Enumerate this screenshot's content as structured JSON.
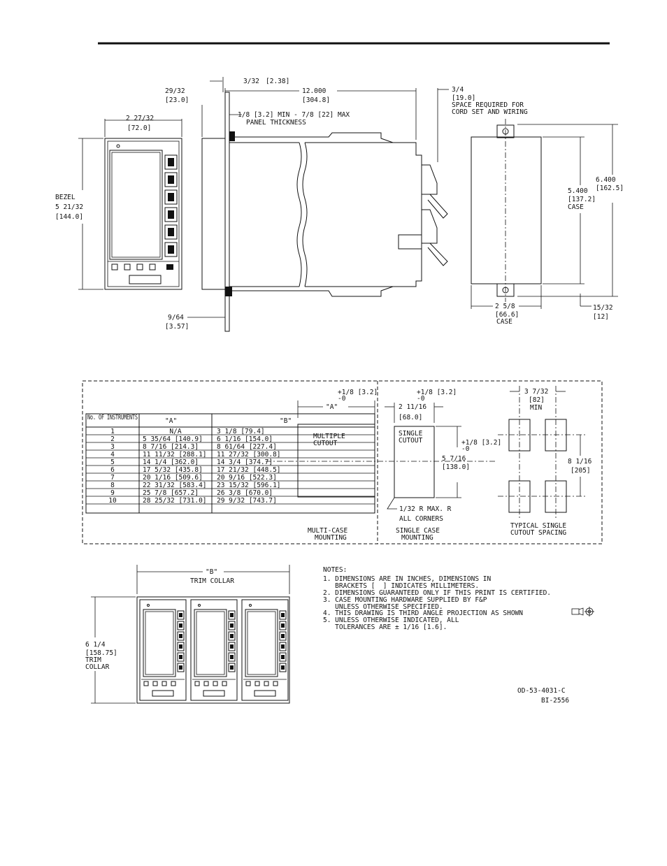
{
  "header": {
    "rule": true
  },
  "front_view": {
    "width_in": "2 27/32",
    "width_mm": "[72.0]",
    "bezel_label": "BEZEL",
    "bezel_in": "5 21/32",
    "bezel_mm": "[144.0]",
    "flange_in": "9/64",
    "flange_mm": "[3.57]"
  },
  "side_view": {
    "bezel_depth_in": "29/32",
    "bezel_depth_mm": "[23.0]",
    "panel_gap_in": "3/32",
    "panel_gap_mm": "[2.38]",
    "length_in": "12.000",
    "length_mm": "[304.8]",
    "panel_thickness": "1/8 [3.2] MIN - 7/8 [22] MAX",
    "panel_thickness_2": "PANEL THICKNESS",
    "cord_in": "3/4",
    "cord_mm": "[19.0]",
    "cord_note_1": "SPACE REQUIRED FOR",
    "cord_note_2": "CORD SET AND WIRING"
  },
  "rear_view": {
    "overall_in": "6.400",
    "overall_mm": "[162.5]",
    "case_h_in": "5.400",
    "case_h_mm": "[137.2]",
    "case_label": "CASE",
    "case_w_in": "2 5/8",
    "case_w_mm": "[66.6]",
    "case_w_label": "CASE",
    "offset_in": "15/32",
    "offset_mm": "[12]"
  },
  "mounting_table": {
    "headers": [
      "No. OF INSTRUMENTS",
      "\"A\"",
      "\"B\""
    ],
    "rows": [
      [
        "1",
        "N/A",
        "3 1/8 [79.4]"
      ],
      [
        "2",
        "5 35/64 [140.9]",
        "6 1/16 [154.0]"
      ],
      [
        "3",
        "8 7/16 [214.3]",
        "8 61/64 [227.4]"
      ],
      [
        "4",
        "11 11/32 [288.1]",
        "11 27/32 [300.8]"
      ],
      [
        "5",
        "14 1/4 [362.0]",
        "14 3/4 [374.7]"
      ],
      [
        "6",
        "17 5/32 [435.8]",
        "17 21/32 [448.5]"
      ],
      [
        "7",
        "20 1/16 [509.6]",
        "20 9/16 [522.3]"
      ],
      [
        "8",
        "22 31/32 [583.4]",
        "23 15/32 [596.1]"
      ],
      [
        "9",
        "25 7/8 [657.2]",
        "26 3/8 [670.0]"
      ],
      [
        "10",
        "28 25/32 [731.0]",
        "29 9/32 [743.7]"
      ]
    ]
  },
  "multi_case": {
    "tol_1": "+1/8 [3.2]",
    "tol_2": "-0",
    "a_label": "\"A\"",
    "cutout_1": "MULTIPLE",
    "cutout_2": "CUTOUT",
    "caption_1": "MULTI-CASE",
    "caption_2": "MOUNTING"
  },
  "single_case": {
    "tol_1": "+1/8 [3.2]",
    "tol_2": "-0",
    "w_in": "2 11/16",
    "w_mm": "[68.0]",
    "cutout_1": "SINGLE",
    "cutout_2": "CUTOUT",
    "htol_1": "+1/8 [3.2]",
    "htol_2": "-0",
    "h_in": "5 7/16",
    "h_mm": "[138.0]",
    "radius_1": "1/32 R MAX. R",
    "radius_2": "ALL CORNERS",
    "caption_1": "SINGLE CASE",
    "caption_2": "MOUNTING"
  },
  "spacing": {
    "h_in": "3 7/32",
    "h_mm": "[82]",
    "h_min": "MIN",
    "v_in": "8 1/16",
    "v_mm": "[205]",
    "caption_1": "TYPICAL SINGLE",
    "caption_2": "CUTOUT SPACING"
  },
  "trim_collar": {
    "b_label": "\"B\"",
    "label": "TRIM COLLAR",
    "h_in": "6 1/4",
    "h_mm": "[158.75]",
    "h_label_1": "TRIM",
    "h_label_2": "COLLAR"
  },
  "notes": {
    "title": "NOTES:",
    "lines": [
      "1. DIMENSIONS ARE IN INCHES, DIMENSIONS IN",
      "   BRACKETS [  ] INDICATES MILLIMETERS.",
      "2. DIMENSIONS GUARANTEED ONLY IF THIS PRINT IS CERTIFIED.",
      "3. CASE MOUNTING HARDWARE SUPPLIED BY F&P",
      "   UNLESS OTHERWISE SPECIFIED.",
      "4. THIS DRAWING IS THIRD ANGLE PROJECTION AS SHOWN",
      "5. UNLESS OTHERWISE INDICATED, ALL",
      "   TOLERANCES ARE ± 1/16 [1.6]."
    ]
  },
  "drawing_number": {
    "line_1": "OD-53-4031-C",
    "line_2": "BI-2556"
  }
}
